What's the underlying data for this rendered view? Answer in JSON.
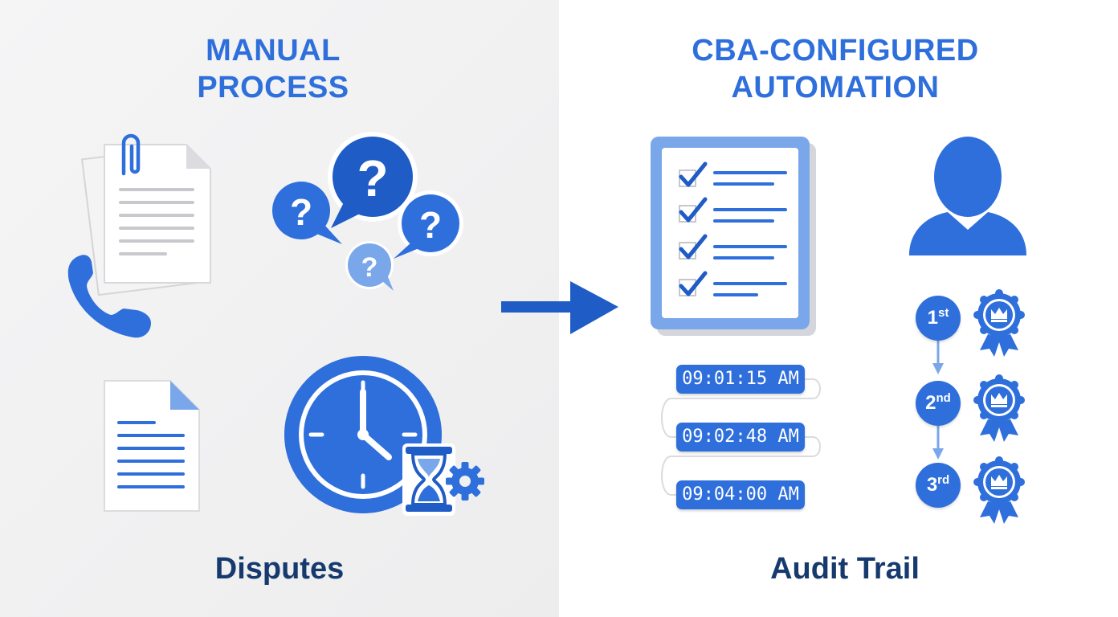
{
  "left": {
    "heading": [
      "MANUAL",
      "PROCESS"
    ],
    "caption": "Disputes"
  },
  "right": {
    "heading": [
      "CBA-CONFIGURED",
      "AUTOMATION"
    ],
    "caption": "Audit Trail",
    "timestamps": [
      "09:01:15 AM",
      "09:02:48 AM",
      "09:04:00 AM"
    ],
    "ranks": [
      {
        "num": "1",
        "suffix": "st"
      },
      {
        "num": "2",
        "suffix": "nd"
      },
      {
        "num": "3",
        "suffix": "rd"
      }
    ]
  },
  "icons": {
    "question_mark": "?"
  },
  "colors": {
    "accent": "#2e6fdc",
    "accent_light": "#7aa7ea",
    "caption_dark": "#173a6e",
    "left_background": "#f0f0f1"
  }
}
